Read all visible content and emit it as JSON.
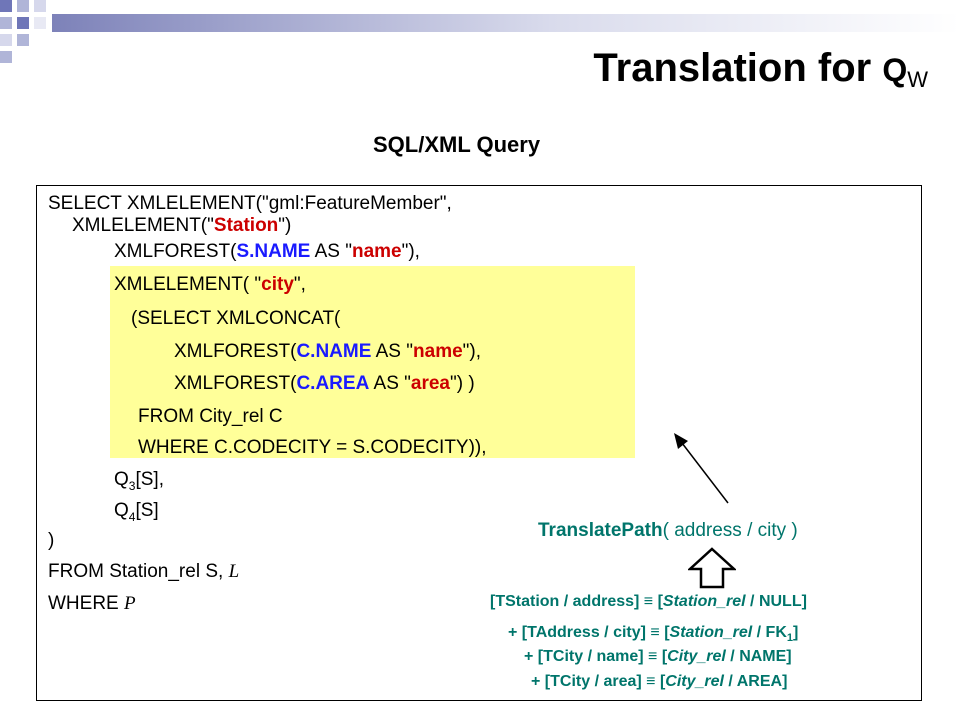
{
  "slide": {
    "title_main": "Translation for ",
    "title_q": "Q",
    "title_sub": "W",
    "subtitle": "SQL/XML Query",
    "colors": {
      "highlight": "#ffff99",
      "blue_keyword": "#1a1aff",
      "red_literal": "#cc0000",
      "teal_text": "#00756b",
      "deco_square": "#b0b5d8"
    }
  },
  "code": {
    "l1": "SELECT XMLELEMENT(\"gml:FeatureMember\",",
    "l2a": "XMLELEMENT(\"",
    "l2b": "Station",
    "l2c": "\")",
    "l3a": "XMLFOREST(",
    "l3b": "S.NAME",
    "l3c": " AS \"",
    "l3d": "name",
    "l3e": "\"),",
    "l4a": "XMLELEMENT( \"",
    "l4b": "city",
    "l4c": "\",",
    "l5": "(SELECT XMLCONCAT(",
    "l6a": "XMLFOREST(",
    "l6b": "C.NAME",
    "l6c": " AS \"",
    "l6d": "name",
    "l6e": "\"),",
    "l7a": "XMLFOREST(",
    "l7b": "C.AREA",
    "l7c": " AS \"",
    "l7d": "area",
    "l7e": "\") )",
    "l8": "FROM City_rel C",
    "l9": "WHERE C.CODECITY = S.CODECITY)),",
    "l10a": "Q",
    "l10b": "3",
    "l10c": "[S],",
    "l11a": "Q",
    "l11b": "4",
    "l11c": "[S]",
    "l12": ")",
    "l13a": "FROM Station_rel S, ",
    "l13b": "L",
    "l14a": "WHERE  ",
    "l14b": "P"
  },
  "translate": {
    "func": "TranslatePath",
    "args": "( address / city )"
  },
  "mappings": {
    "m1a": "[TStation / address] ",
    "m1b": "≡",
    "m1c": " [",
    "m1d": "Station_rel",
    "m1e": " / NULL]",
    "m2a": "+ [TAddress / city] ",
    "m2b": "≡",
    "m2c": " [",
    "m2d": "Station_rel",
    "m2e": " / FK",
    "m2f": "1",
    "m2g": "]",
    "m3a": "+ [TCity / name] ",
    "m3b": "≡",
    "m3c": " [",
    "m3d": "City_rel",
    "m3e": " / NAME]",
    "m4a": "+ [TCity / area] ",
    "m4b": "≡",
    "m4c": " [",
    "m4d": "City_rel",
    "m4e": " / AREA]"
  }
}
